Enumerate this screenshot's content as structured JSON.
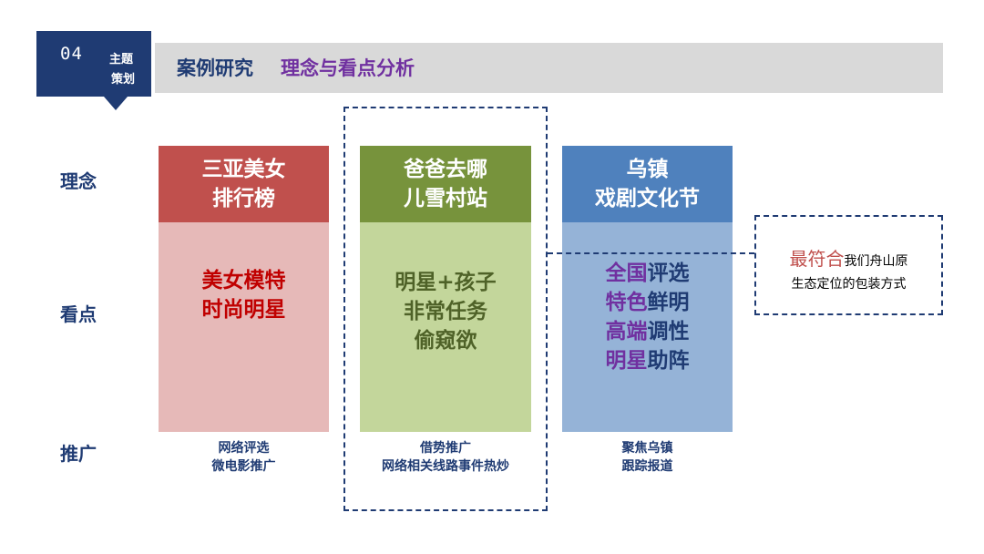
{
  "header": {
    "number": "04",
    "label_line1": "主题",
    "label_line2": "策划",
    "title_prefix": "案例研究",
    "title_main": "理念与看点分析"
  },
  "row_labels": {
    "concept": "理念",
    "highlights": "看点",
    "promotion": "推广"
  },
  "columns": [
    {
      "title_lines": [
        "三亚美女",
        "排行榜"
      ],
      "highlights": [
        "美女模特",
        "时尚明星"
      ],
      "promotion": [
        "网络评选",
        "微电影推广"
      ]
    },
    {
      "title_lines": [
        "爸爸去哪",
        "儿雪村站"
      ],
      "highlights": [
        "明星+孩子",
        "非常任务",
        "偷窥欲"
      ],
      "promotion": [
        "借势推广",
        "网络相关线路事件热炒"
      ]
    },
    {
      "title_lines": [
        "乌镇",
        "戏剧文化节"
      ],
      "highlights": [
        {
          "accent": "全国",
          "rest": "评选"
        },
        {
          "accent": "特色",
          "rest": "鲜明"
        },
        {
          "accent": "高端",
          "rest": "调性"
        },
        {
          "accent": "明星",
          "rest": "助阵"
        }
      ],
      "promotion": [
        "聚焦乌镇",
        "跟踪报道"
      ]
    }
  ],
  "callout": {
    "highlight": "最符合",
    "line1_rest": "我们舟山原",
    "line2": "生态定位的包装方式"
  },
  "colors": {
    "navy": "#1f3b73",
    "red_head": "#c0504d",
    "red_body": "#e6b9b8",
    "green_head": "#77933c",
    "green_body": "#c3d69b",
    "blue_head": "#4f81bd",
    "blue_body": "#95b3d7",
    "purple": "#7030a0"
  }
}
